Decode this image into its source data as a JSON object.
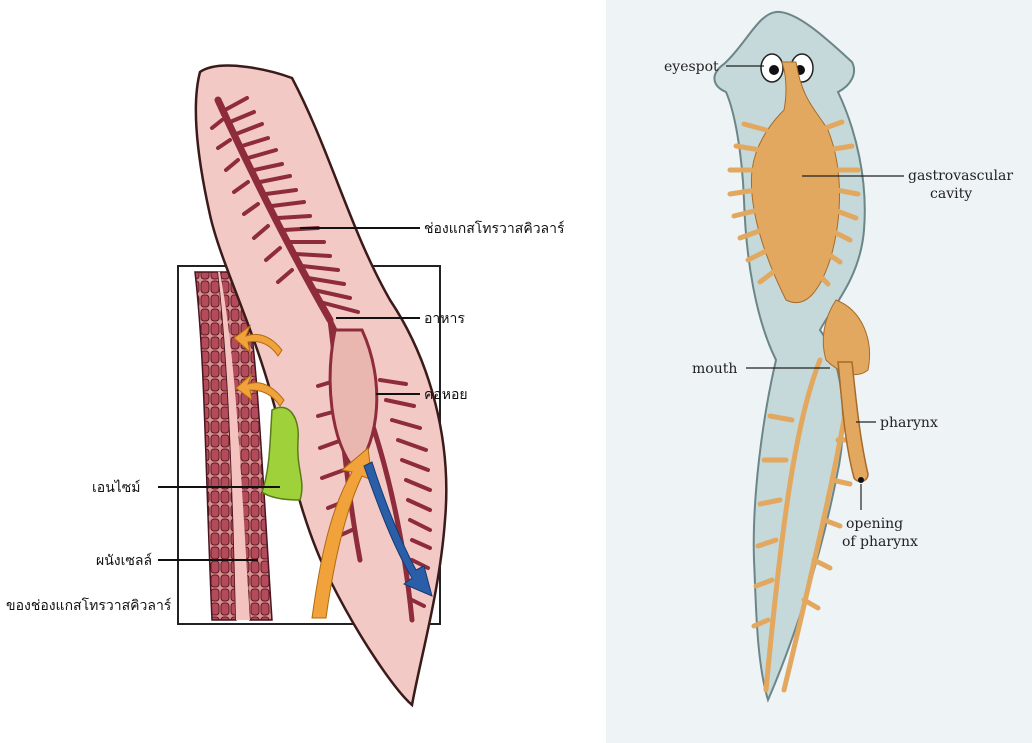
{
  "left_diagram": {
    "labels": {
      "gastrovascular_cavity": "ช่องแกสโทรวาสคิวลาร์",
      "food": "อาหาร",
      "pharynx": "คอหอย",
      "enzyme": "เอนไซม์",
      "cell_wall_line1": "ผนังเซลล์",
      "cell_wall_line2": "ของช่องแกสโทรวาสคิวลาร์"
    },
    "colors": {
      "body": "#f2c9c4",
      "branches": "#8e2c3c",
      "enzyme": "#9fd23a",
      "arrow_in": "#f2a23a",
      "arrow_out": "#2a5ea8"
    }
  },
  "right_diagram": {
    "labels": {
      "eyespot": "eyespot",
      "gastrovascular_cavity_line1": "gastrovascular",
      "gastrovascular_cavity_line2": "cavity",
      "mouth": "mouth",
      "pharynx": "pharynx",
      "opening_line1": "opening",
      "opening_line2": "of pharynx"
    },
    "colors": {
      "body": "#c5d8da",
      "gut": "#e3a860",
      "background": "#eef3f6"
    }
  }
}
